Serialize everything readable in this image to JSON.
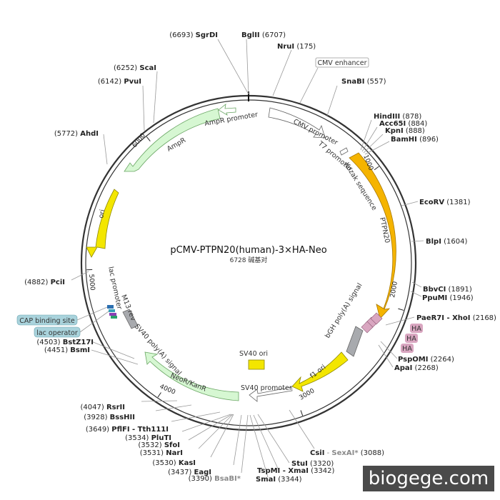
{
  "title": "pCMV-PTPN20(human)-3×HA-Neo",
  "subtitle": "6728 碱基对",
  "total_bp": 6728,
  "watermark": "biogege.com",
  "ticks": [
    {
      "bp": 1000,
      "label": "1000"
    },
    {
      "bp": 2000,
      "label": "2000"
    },
    {
      "bp": 3000,
      "label": "3000"
    },
    {
      "bp": 4000,
      "label": "4000"
    },
    {
      "bp": 5000,
      "label": "5000"
    },
    {
      "bp": 6000,
      "label": "6000"
    }
  ],
  "sites": [
    {
      "name": "SgrDI",
      "pos": "(6693)",
      "side": "L"
    },
    {
      "name": "BglII",
      "pos": "(6707)",
      "side": "R"
    },
    {
      "name": "NruI",
      "pos": "(175)",
      "side": "R"
    },
    {
      "name": "SnaBI",
      "pos": "(557)",
      "side": "R"
    },
    {
      "name": "HindIII",
      "pos": "(878)",
      "side": "R"
    },
    {
      "name": "Acc65I",
      "pos": "(884)",
      "side": "R"
    },
    {
      "name": "KpnI",
      "pos": "(888)",
      "side": "R"
    },
    {
      "name": "BamHI",
      "pos": "(896)",
      "side": "R"
    },
    {
      "name": "EcoRV",
      "pos": "(1381)",
      "side": "R"
    },
    {
      "name": "BlpI",
      "pos": "(1604)",
      "side": "R"
    },
    {
      "name": "BbvCI",
      "pos": "(1891)",
      "side": "R"
    },
    {
      "name": "PpuMI",
      "pos": "(1946)",
      "side": "R"
    },
    {
      "name": "PaeR7I - XhoI",
      "pos": "(2168)",
      "side": "R"
    },
    {
      "name": "PspOMI",
      "pos": "(2264)",
      "side": "R"
    },
    {
      "name": "ApaI",
      "pos": "(2268)",
      "side": "R"
    },
    {
      "name": "CsiI",
      "extra": "SexAI*",
      "pos": "(3088)",
      "side": "R"
    },
    {
      "name": "TspMI - XmaI",
      "pos": "(3342)",
      "side": "R"
    },
    {
      "name": "StuI",
      "pos": "(3320)",
      "side": "R"
    },
    {
      "name": "SmaI",
      "pos": "(3344)",
      "side": "R"
    },
    {
      "name": "BsaBI*",
      "pos": "(3390)",
      "side": "L",
      "grey": true
    },
    {
      "name": "EagI",
      "pos": "(3437)",
      "side": "L"
    },
    {
      "name": "KasI",
      "pos": "(3530)",
      "side": "L"
    },
    {
      "name": "NarI",
      "pos": "(3531)",
      "side": "L"
    },
    {
      "name": "SfoI",
      "pos": "(3532)",
      "side": "L"
    },
    {
      "name": "PluTI",
      "pos": "(3534)",
      "side": "L"
    },
    {
      "name": "PflFI - Tth111I",
      "pos": "(3649)",
      "side": "L"
    },
    {
      "name": "BssHII",
      "pos": "(3928)",
      "side": "L"
    },
    {
      "name": "RsrII",
      "pos": "(4047)",
      "side": "L"
    },
    {
      "name": "BsmI",
      "pos": "(4451)",
      "side": "L"
    },
    {
      "name": "BstZ17I",
      "pos": "(4503)",
      "side": "L"
    },
    {
      "name": "PciI",
      "pos": "(4882)",
      "side": "L"
    },
    {
      "name": "AhdI",
      "pos": "(5772)",
      "side": "L"
    },
    {
      "name": "PvuI",
      "pos": "(6142)",
      "side": "L"
    },
    {
      "name": "ScaI",
      "pos": "(6252)",
      "side": "L"
    }
  ],
  "features": {
    "cmv_enhancer": "CMV enhancer",
    "cmv_promoter": "CMV promoter",
    "t7_promoter": "T7 promoter",
    "kozak": "Kozak sequence",
    "ptpn20": "PTPN20",
    "bgh": "bGH poly(A) signal",
    "f1_ori": "f1 ori",
    "sv40_promoter": "SV40 promoter",
    "sv40_ori": "SV40 ori",
    "neor": "NeoR/KanR",
    "sv40_polya": "SV40 poly(A) signal",
    "m13_rev": "M13 rev",
    "lac_promoter": "lac promoter",
    "ori": "ori",
    "ampr": "AmpR",
    "ampr_promoter": "AmpR promoter",
    "ha1": "HA",
    "ha2": "HA",
    "ha3": "HA",
    "cap_site": "CAP binding site",
    "lac_operator": "lac operator"
  },
  "colors": {
    "ptpn20": "#f5b400",
    "f1_ori": "#f3e600",
    "ori": "#f3e600",
    "ampr": "#d6f7d2",
    "neor": "#d6f7d2",
    "grey_feature": "#a8aaae",
    "ha": "#d9a6c0",
    "cap_box": "#a9d3dc",
    "backbone": "#333333"
  }
}
